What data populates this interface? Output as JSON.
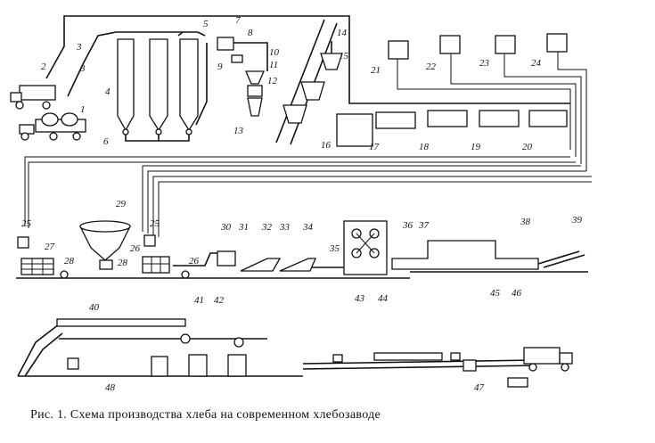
{
  "caption": "Рис. 1. Схема производства хлеба на современном хлебозаводе",
  "labels": {
    "n1": "1",
    "n2": "2",
    "n3a": "3",
    "n3b": "3",
    "n4": "4",
    "n5": "5",
    "n6": "6",
    "n7": "7",
    "n8": "8",
    "n9": "9",
    "n10": "10",
    "n11": "11",
    "n12": "12",
    "n13": "13",
    "n14": "14",
    "n15": "15",
    "n16": "16",
    "n17": "17",
    "n18": "18",
    "n19": "19",
    "n20": "20",
    "n21": "21",
    "n22": "22",
    "n23": "23",
    "n24": "24",
    "n25a": "25",
    "n25b": "25",
    "n26a": "26",
    "n26b": "26",
    "n27": "27",
    "n28a": "28",
    "n28b": "28",
    "n29": "29",
    "n30": "30",
    "n31": "31",
    "n32": "32",
    "n33": "33",
    "n34": "34",
    "n35": "35",
    "n36": "36",
    "n37": "37",
    "n38": "38",
    "n39": "39",
    "n40": "40",
    "n41": "41",
    "n42": "42",
    "n43": "43",
    "n44": "44",
    "n45": "45",
    "n46": "46",
    "n47": "47",
    "n48": "48"
  }
}
